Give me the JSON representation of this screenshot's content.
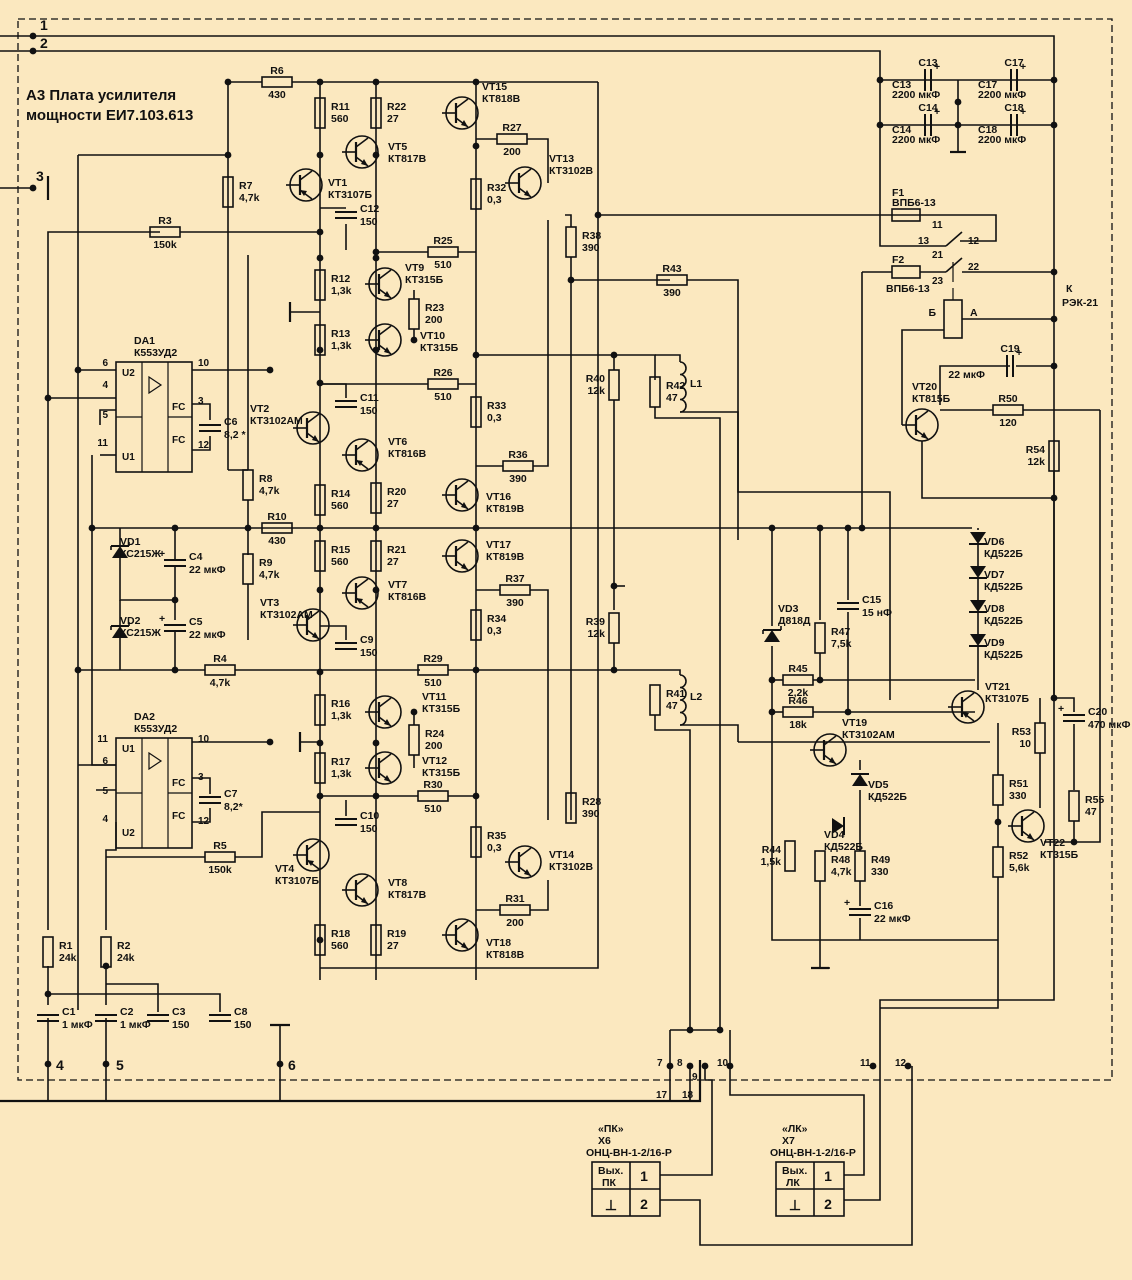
{
  "title_line1": "А3 Плата усилителя",
  "title_line2": "мощности ЕИ7.103.613",
  "colors": {
    "background": "#fbe8bf",
    "ink": "#111111"
  },
  "external_pins": [
    "1",
    "2",
    "3",
    "4",
    "5",
    "6"
  ],
  "board_pins": [
    "7",
    "8",
    "9",
    "10",
    "11",
    "12",
    "17",
    "18"
  ],
  "resistors": [
    {
      "ref": "R1",
      "value": "24k"
    },
    {
      "ref": "R2",
      "value": "24k"
    },
    {
      "ref": "R3",
      "value": "150k"
    },
    {
      "ref": "R4",
      "value": "4,7k"
    },
    {
      "ref": "R5",
      "value": "150k"
    },
    {
      "ref": "R6",
      "value": "430"
    },
    {
      "ref": "R7",
      "value": "4,7k"
    },
    {
      "ref": "R8",
      "value": "4,7k"
    },
    {
      "ref": "R9",
      "value": "4,7k"
    },
    {
      "ref": "R10",
      "value": "430"
    },
    {
      "ref": "R11",
      "value": "560"
    },
    {
      "ref": "R12",
      "value": "1,3k"
    },
    {
      "ref": "R13",
      "value": "1,3k"
    },
    {
      "ref": "R14",
      "value": "560"
    },
    {
      "ref": "R15",
      "value": "560"
    },
    {
      "ref": "R16",
      "value": "1,3k"
    },
    {
      "ref": "R17",
      "value": "1,3k"
    },
    {
      "ref": "R18",
      "value": "560"
    },
    {
      "ref": "R19",
      "value": "27"
    },
    {
      "ref": "R20",
      "value": "27"
    },
    {
      "ref": "R21",
      "value": "27"
    },
    {
      "ref": "R22",
      "value": "27"
    },
    {
      "ref": "R23",
      "value": "200"
    },
    {
      "ref": "R24",
      "value": "200"
    },
    {
      "ref": "R25",
      "value": "510"
    },
    {
      "ref": "R26",
      "value": "510"
    },
    {
      "ref": "R27",
      "value": "200"
    },
    {
      "ref": "R28",
      "value": "390"
    },
    {
      "ref": "R29",
      "value": "510"
    },
    {
      "ref": "R30",
      "value": "510"
    },
    {
      "ref": "R31",
      "value": "200"
    },
    {
      "ref": "R32",
      "value": "0,3"
    },
    {
      "ref": "R33",
      "value": "0,3"
    },
    {
      "ref": "R34",
      "value": "0,3"
    },
    {
      "ref": "R35",
      "value": "0,3"
    },
    {
      "ref": "R36",
      "value": "390"
    },
    {
      "ref": "R37",
      "value": "390"
    },
    {
      "ref": "R38",
      "value": "390"
    },
    {
      "ref": "R39",
      "value": "12k"
    },
    {
      "ref": "R40",
      "value": "12k"
    },
    {
      "ref": "R41",
      "value": "47"
    },
    {
      "ref": "R42",
      "value": "47"
    },
    {
      "ref": "R43",
      "value": "390"
    },
    {
      "ref": "R44",
      "value": "1,5k"
    },
    {
      "ref": "R45",
      "value": "2,2k"
    },
    {
      "ref": "R46",
      "value": "18k"
    },
    {
      "ref": "R47",
      "value": "7,5k"
    },
    {
      "ref": "R48",
      "value": "4,7k"
    },
    {
      "ref": "R49",
      "value": "330"
    },
    {
      "ref": "R50",
      "value": "120"
    },
    {
      "ref": "R51",
      "value": "330"
    },
    {
      "ref": "R52",
      "value": "5,6k"
    },
    {
      "ref": "R53",
      "value": "10"
    },
    {
      "ref": "R54",
      "value": "12k"
    },
    {
      "ref": "R55",
      "value": "47"
    }
  ],
  "capacitors": [
    {
      "ref": "C1",
      "value": "1 мкФ"
    },
    {
      "ref": "C2",
      "value": "1 мкФ"
    },
    {
      "ref": "C3",
      "value": "150"
    },
    {
      "ref": "C4",
      "value": "22 мкФ"
    },
    {
      "ref": "C5",
      "value": "22 мкФ"
    },
    {
      "ref": "C6",
      "value": "8,2 *"
    },
    {
      "ref": "C7",
      "value": "8,2*"
    },
    {
      "ref": "C8",
      "value": "150"
    },
    {
      "ref": "C9",
      "value": "150"
    },
    {
      "ref": "C10",
      "value": "150"
    },
    {
      "ref": "C11",
      "value": "150"
    },
    {
      "ref": "C12",
      "value": "150"
    },
    {
      "ref": "C13",
      "value": "2200 мкФ"
    },
    {
      "ref": "C14",
      "value": "2200 мкФ"
    },
    {
      "ref": "C15",
      "value": "15 нФ"
    },
    {
      "ref": "C16",
      "value": "22 мкФ"
    },
    {
      "ref": "C17",
      "value": "2200 мкФ"
    },
    {
      "ref": "C18",
      "value": "2200 мкФ"
    },
    {
      "ref": "C19",
      "value": "22 мкФ"
    },
    {
      "ref": "C20",
      "value": "470 мкФ"
    }
  ],
  "transistors": [
    {
      "ref": "VT1",
      "type": "КТ3107Б"
    },
    {
      "ref": "VT2",
      "type": "КТ3102АМ"
    },
    {
      "ref": "VT3",
      "type": "КТ3102АМ"
    },
    {
      "ref": "VT4",
      "type": "КТ3107Б"
    },
    {
      "ref": "VT5",
      "type": "КТ817В"
    },
    {
      "ref": "VT6",
      "type": "КТ816В"
    },
    {
      "ref": "VT7",
      "type": "КТ816В"
    },
    {
      "ref": "VT8",
      "type": "КТ817В"
    },
    {
      "ref": "VT9",
      "type": "КТ315Б"
    },
    {
      "ref": "VT10",
      "type": "КТ315Б"
    },
    {
      "ref": "VT11",
      "type": "КТ315Б"
    },
    {
      "ref": "VT12",
      "type": "КТ315Б"
    },
    {
      "ref": "VT13",
      "type": "КТ3102В"
    },
    {
      "ref": "VT14",
      "type": "КТ3102В"
    },
    {
      "ref": "VT15",
      "type": "КТ818В"
    },
    {
      "ref": "VT16",
      "type": "КТ819В"
    },
    {
      "ref": "VT17",
      "type": "КТ819В"
    },
    {
      "ref": "VT18",
      "type": "КТ818В"
    },
    {
      "ref": "VT19",
      "type": "КТ3102АМ"
    },
    {
      "ref": "VT20",
      "type": "КТ815Б"
    },
    {
      "ref": "VT21",
      "type": "КТ3107Б"
    },
    {
      "ref": "VT22",
      "type": "КТ315Б"
    }
  ],
  "diodes": [
    {
      "ref": "VD1",
      "type": "КС215Ж"
    },
    {
      "ref": "VD2",
      "type": "КС215Ж"
    },
    {
      "ref": "VD3",
      "type": "Д818Д"
    },
    {
      "ref": "VD4",
      "type": "КД522Б"
    },
    {
      "ref": "VD5",
      "type": "КД522Б"
    },
    {
      "ref": "VD6",
      "type": "КД522Б"
    },
    {
      "ref": "VD7",
      "type": "КД522Б"
    },
    {
      "ref": "VD8",
      "type": "КД522Б"
    },
    {
      "ref": "VD9",
      "type": "КД522Б"
    }
  ],
  "opamps": [
    {
      "ref": "DA1",
      "type": "К553УД2",
      "pins": [
        "6",
        "4",
        "5",
        "11",
        "10",
        "3",
        "12"
      ],
      "in1": "U2",
      "in2": "U1",
      "fc": "FC"
    },
    {
      "ref": "DA2",
      "type": "К553УД2",
      "pins": [
        "11",
        "6",
        "5",
        "4",
        "10",
        "3",
        "12"
      ],
      "in1": "U1",
      "in2": "U2",
      "fc": "FC"
    }
  ],
  "inductors": [
    {
      "ref": "L1"
    },
    {
      "ref": "L2"
    }
  ],
  "fuses": [
    {
      "ref": "F1",
      "type": "ВПБ6-13"
    },
    {
      "ref": "F2",
      "type": "ВПБ6-13"
    }
  ],
  "relay": {
    "ref": "К",
    "type": "РЭК-21",
    "coil_a": "А",
    "coil_b": "Б",
    "contacts": [
      "11",
      "12",
      "13",
      "21",
      "22",
      "23"
    ]
  },
  "connectors": [
    {
      "name": "«ПК»",
      "ref": "X6",
      "type": "ОНЦ-ВН-1-2/16-Р",
      "out_label": "Вых.",
      "out_sub": "ПК",
      "pin1": "1",
      "pin2": "2",
      "gnd": "⊥"
    },
    {
      "name": "«ЛК»",
      "ref": "X7",
      "type": "ОНЦ-ВН-1-2/16-Р",
      "out_label": "Вых.",
      "out_sub": "ЛК",
      "pin1": "1",
      "pin2": "2",
      "gnd": "⊥"
    }
  ]
}
